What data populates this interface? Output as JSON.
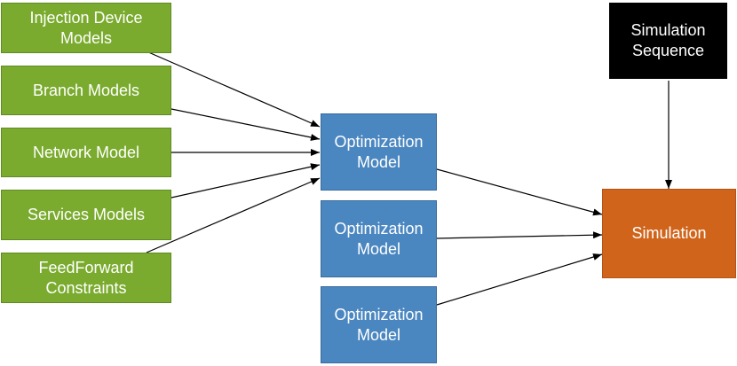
{
  "nodes": {
    "injection": {
      "label": "Injection Device\nModels",
      "color": "#7aab2e"
    },
    "branch": {
      "label": "Branch Models",
      "color": "#7aab2e"
    },
    "network": {
      "label": "Network Model",
      "color": "#7aab2e"
    },
    "services": {
      "label": "Services Models",
      "color": "#7aab2e"
    },
    "feedforward": {
      "label": "FeedForward\nConstraints",
      "color": "#7aab2e"
    },
    "opt1": {
      "label": "Optimization\nModel",
      "color": "#4a86c0"
    },
    "opt2": {
      "label": "Optimization\nModel",
      "color": "#4a86c0"
    },
    "opt3": {
      "label": "Optimization\nModel",
      "color": "#4a86c0"
    },
    "sequence": {
      "label": "Simulation\nSequence",
      "color": "#000000"
    },
    "simulation": {
      "label": "Simulation",
      "color": "#d0641b"
    }
  },
  "edges": [
    {
      "from": "injection",
      "to": "opt1"
    },
    {
      "from": "branch",
      "to": "opt1"
    },
    {
      "from": "network",
      "to": "opt1"
    },
    {
      "from": "services",
      "to": "opt1"
    },
    {
      "from": "feedforward",
      "to": "opt1"
    },
    {
      "from": "opt1",
      "to": "simulation"
    },
    {
      "from": "opt2",
      "to": "simulation"
    },
    {
      "from": "opt3",
      "to": "simulation"
    },
    {
      "from": "sequence",
      "to": "simulation"
    }
  ]
}
